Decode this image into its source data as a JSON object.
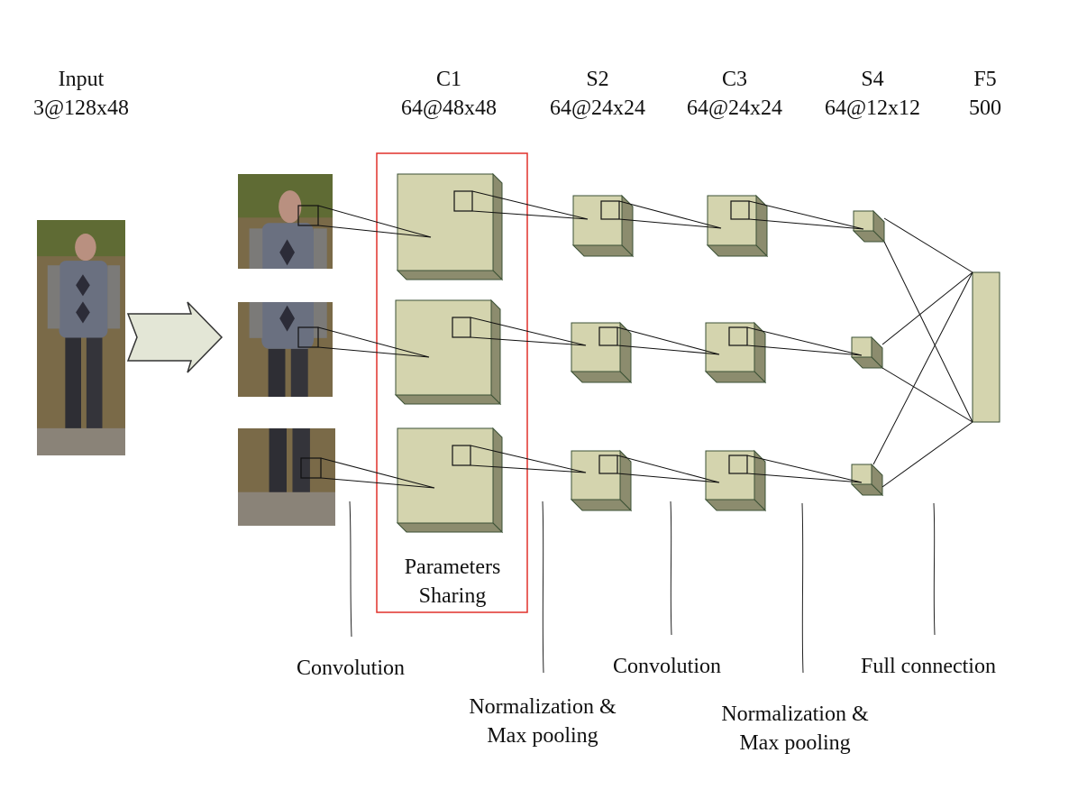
{
  "layers": [
    {
      "name": "Input",
      "shape": "3@128x48"
    },
    {
      "name": "C1",
      "shape": "64@48x48"
    },
    {
      "name": "S2",
      "shape": "64@24x24"
    },
    {
      "name": "C3",
      "shape": "64@24x24"
    },
    {
      "name": "S4",
      "shape": "64@12x12"
    },
    {
      "name": "F5",
      "shape": "500"
    }
  ],
  "sharing_label": {
    "line1": "Parameters",
    "line2": "Sharing"
  },
  "operations": [
    {
      "line1": "Convolution",
      "line2": ""
    },
    {
      "line1": "Normalization &",
      "line2": "Max pooling"
    },
    {
      "line1": "Convolution",
      "line2": ""
    },
    {
      "line1": "Normalization &",
      "line2": "Max pooling"
    },
    {
      "line1": "Full connection",
      "line2": ""
    }
  ],
  "colors": {
    "cube_face": "#d4d4ae",
    "cube_side": "#8c8c6e",
    "cube_edge": "#3b5135",
    "sharing_box": "#e0302a",
    "arrow_fill": "#e3e6d6"
  }
}
